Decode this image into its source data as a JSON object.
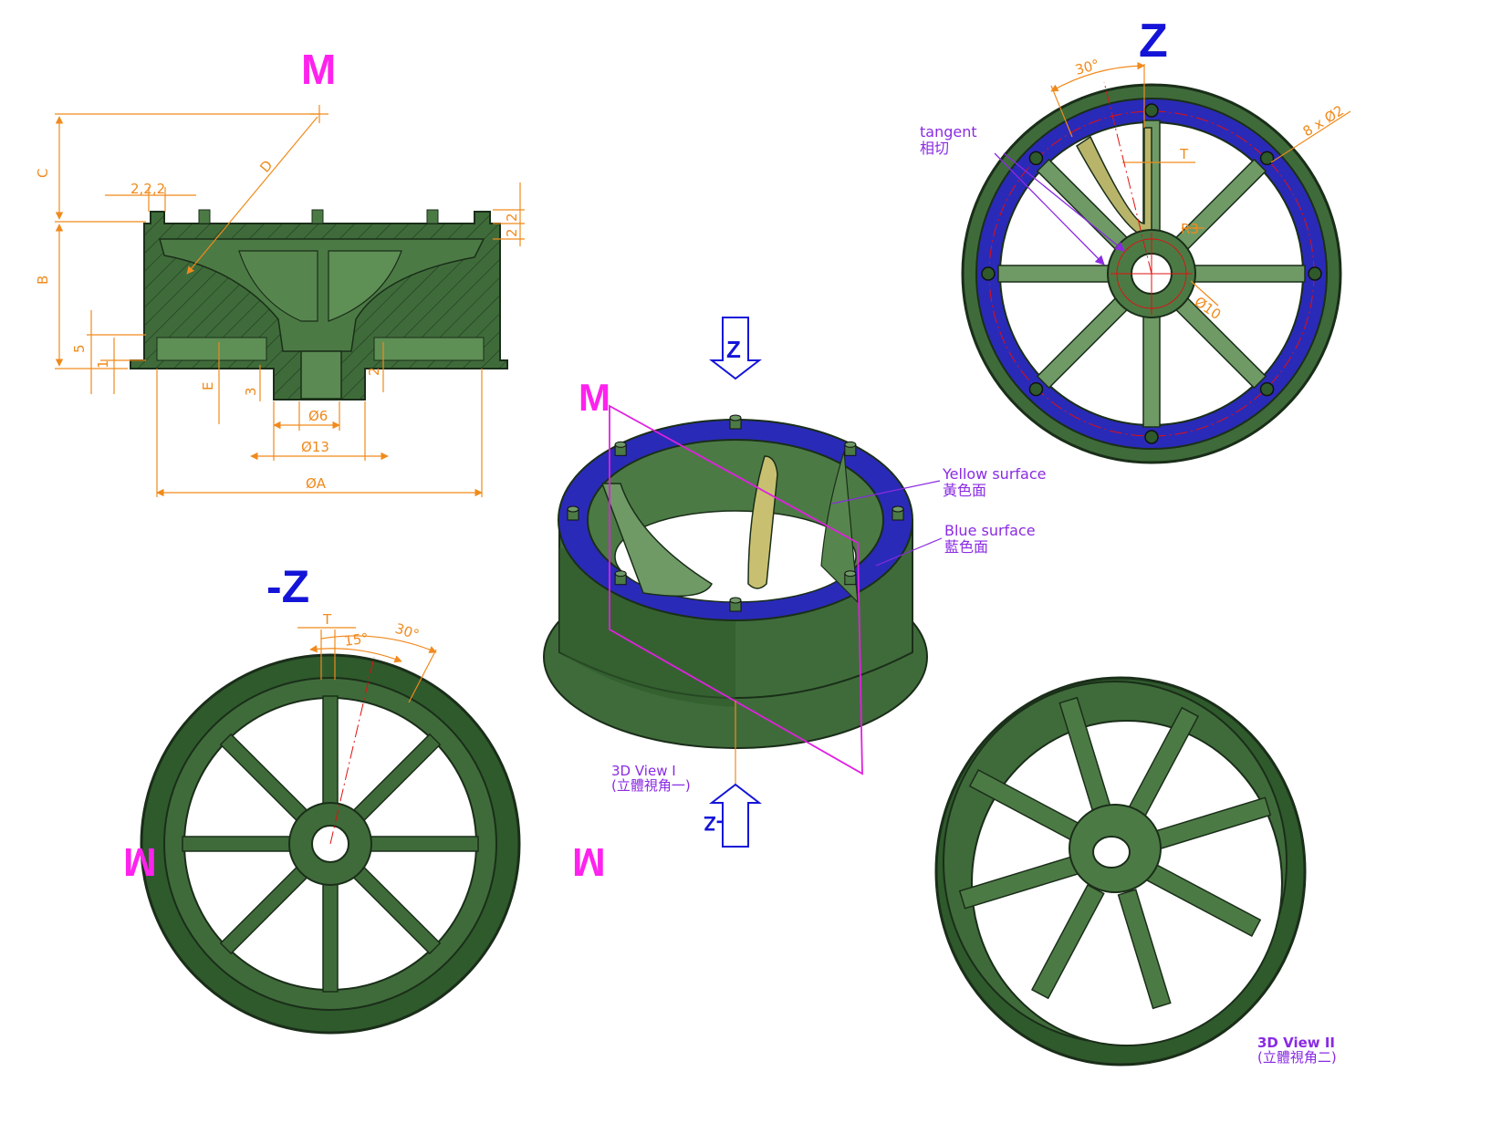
{
  "labels": {
    "m_top": "M",
    "m_center": "M",
    "m_bottom_left": "M",
    "m_bottom_right": "M",
    "z_top": "Z",
    "z_neg": "-Z",
    "z_arrow_top": "Z",
    "z_arrow_bottom": "-Z"
  },
  "section_dims": {
    "c": "C",
    "b": "B",
    "d": "D",
    "e": "E",
    "five": "5",
    "one": "1",
    "three": "3",
    "two_right": "2",
    "two_top_right_a": "2",
    "two_top_right_b": "2",
    "top_2_2_2": "2,2,2",
    "dia6": "Ø6",
    "dia13": "Ø13",
    "diaA": "ØA"
  },
  "top_view_dims": {
    "angle30": "30°",
    "holes": "8 x Ø2",
    "t": "T",
    "r3": "R3",
    "dia10": "Ø10",
    "tangent_en": "tangent",
    "tangent_zh": "相切"
  },
  "bottom_view_dims": {
    "t": "T",
    "angle15": "15°",
    "angle30": "30°"
  },
  "annotations": {
    "yellow_en": "Yellow surface",
    "yellow_zh": "黃色面",
    "blue_en": "Blue surface",
    "blue_zh": "藍色面",
    "view1_en": "3D View I",
    "view1_zh": "(立體視角一)",
    "view2_en": "3D View II",
    "view2_zh": "(立體視角二)"
  },
  "colors": {
    "part_green": "#3f6b3a",
    "part_dark": "#274a26",
    "part_light": "#6f9a66",
    "blue_surface": "#2a2ab8",
    "yellow_surface": "#c8c070",
    "dimension": "#f08a1c",
    "magenta": "#ff22ee",
    "axis_blue": "#1414d8",
    "note_purple": "#8a2be2"
  }
}
